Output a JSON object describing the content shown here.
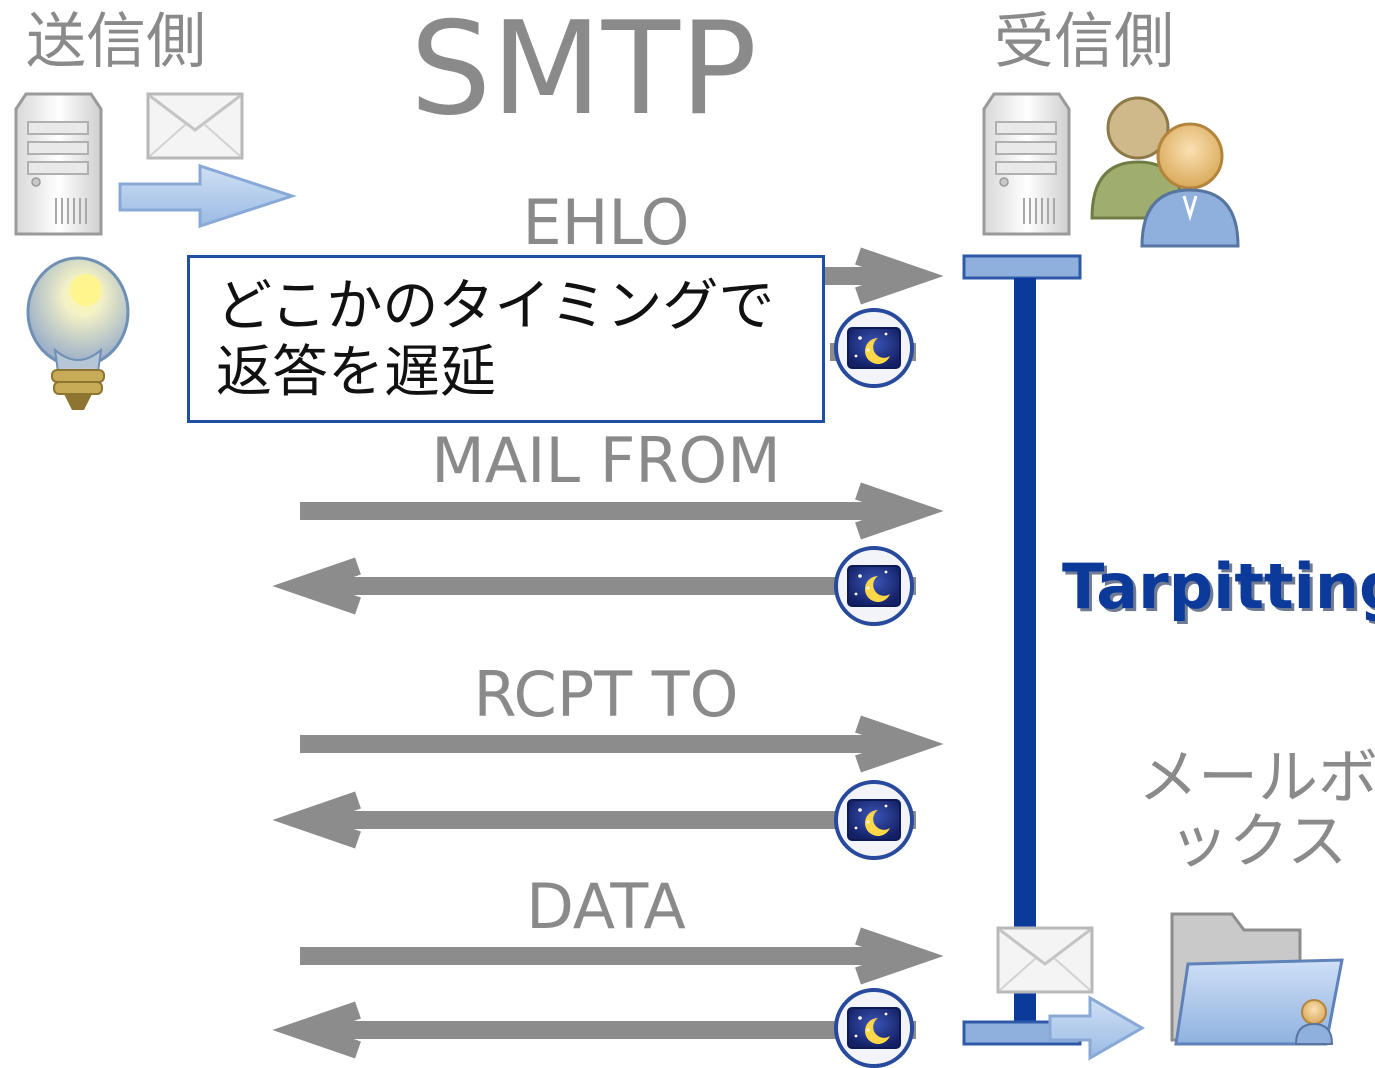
{
  "title": "SMTP",
  "sender_label": "送信側",
  "receiver_label": "受信側",
  "commands": [
    "EHLO",
    "MAIL FROM",
    "RCPT TO",
    "DATA"
  ],
  "callout": {
    "line1": "どこかのタイミングで",
    "line2": "返答を遅延"
  },
  "tarpitting_label": "Tarpitting",
  "mailbox_label": "メールボックス",
  "colors": {
    "arrow": "#8c8c8c",
    "text": "#8a8a8a",
    "tarpit_bar": "#0c3a9a",
    "callout_border": "#1f4fa0",
    "sleep_badge": "#1d2e86"
  }
}
